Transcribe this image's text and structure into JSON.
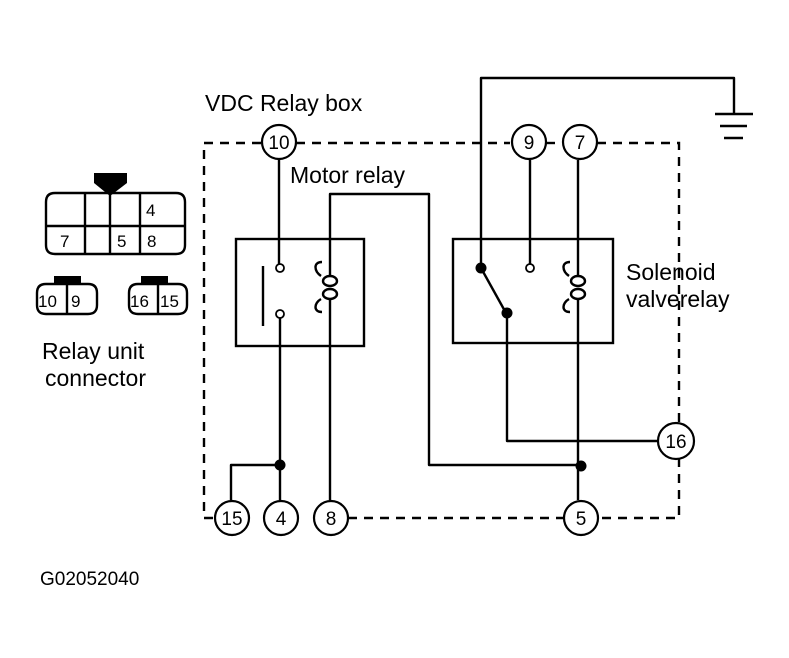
{
  "labels": {
    "relay_box": "VDC Relay box",
    "motor_relay": "Motor relay",
    "solenoid_line1": "Solenoid",
    "solenoid_line2": "valverelay",
    "connector_line1": "Relay unit",
    "connector_line2": "connector",
    "figure_code": "G02052040"
  },
  "terminals": {
    "t10": "10",
    "t9": "9",
    "t7": "7",
    "t16": "16",
    "t15": "15",
    "t4": "4",
    "t8": "8",
    "t5": "5"
  },
  "connector": {
    "main_pins": [
      "4",
      "7",
      "5",
      "8"
    ],
    "small_left": [
      "10",
      "9"
    ],
    "small_right": [
      "16",
      "15"
    ]
  }
}
